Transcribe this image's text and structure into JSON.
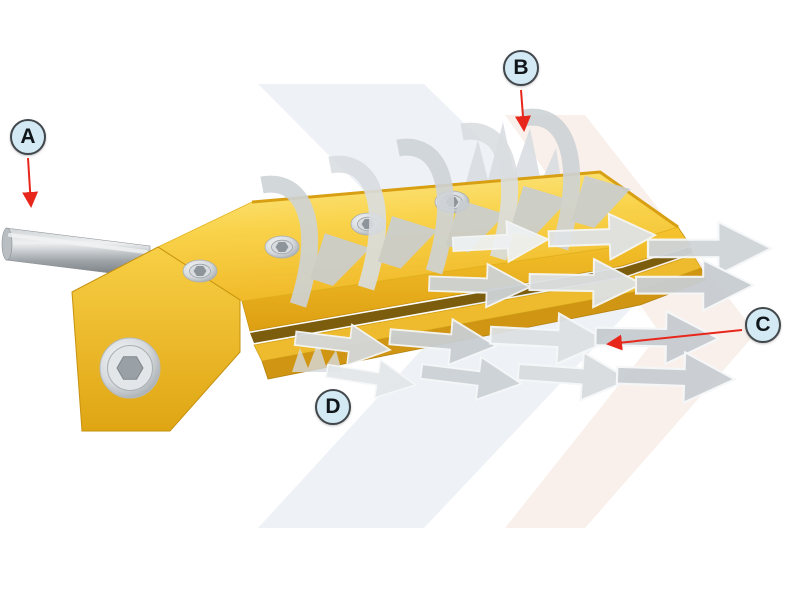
{
  "labels": {
    "a": "A",
    "b": "B",
    "c": "C",
    "d": "D"
  },
  "colors": {
    "pointer_red": "#e8271c",
    "callout_fill": "#d3e9f4",
    "callout_stroke": "#41474b",
    "body_yellow": "#f6c62f",
    "body_yellow_light": "#fbe06e",
    "body_yellow_dark": "#cf9513",
    "slot_shadow": "#7c5d0e",
    "flow_gray": "#c9ced3",
    "flow_white": "#eef1f3",
    "tube_metal": "#9fa5a9",
    "background_band_blue": "#eaeff4",
    "background_band_pink": "#f6e9e2"
  }
}
